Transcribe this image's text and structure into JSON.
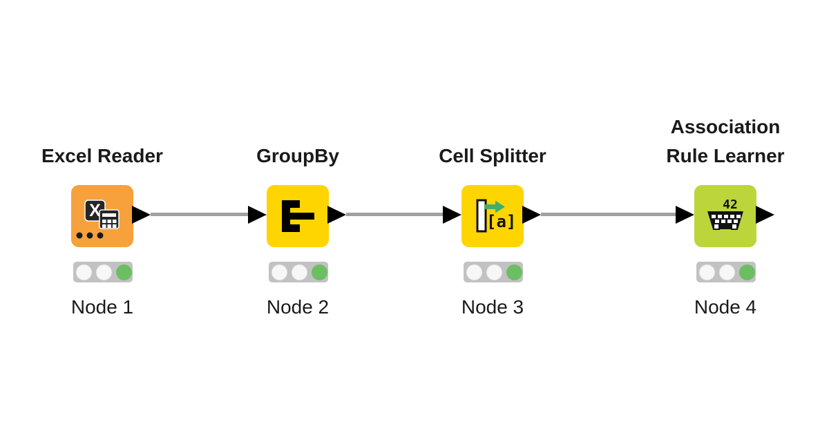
{
  "app": "KNIME workflow canvas",
  "colors": {
    "canvas_background": "#FFFFFF",
    "node_orange": "#F7A13C",
    "node_yellow": "#FFD500",
    "node_lime": "#BCD53A",
    "port_black": "#000000",
    "connection_gray": "#A0A0A0",
    "traffic_bar_gray": "#C2C2C2",
    "traffic_light_off": "#F7F7F7",
    "traffic_light_green": "#6CBE63",
    "text_black": "#1A1A1A"
  },
  "nodes": [
    {
      "title": "Excel Reader",
      "label": "Node 1",
      "icon": "excel-reader-icon",
      "node_color": "#F7A13C",
      "has_input_port": false,
      "has_output_port": true,
      "status_lights": {
        "red": "off",
        "yellow": "off",
        "green": "on"
      },
      "status": "executed"
    },
    {
      "title": "GroupBy",
      "label": "Node 2",
      "icon": "groupby-icon",
      "node_color": "#FFD500",
      "has_input_port": true,
      "has_output_port": true,
      "status_lights": {
        "red": "off",
        "yellow": "off",
        "green": "on"
      },
      "status": "executed"
    },
    {
      "title": "Cell Splitter",
      "label": "Node 3",
      "icon": "cell-splitter-icon",
      "node_color": "#FFD500",
      "has_input_port": true,
      "has_output_port": true,
      "status_lights": {
        "red": "off",
        "yellow": "off",
        "green": "on"
      },
      "status": "executed"
    },
    {
      "title": "Association\nRule Learner",
      "label": "Node 4",
      "icon": "association-rule-learner-icon",
      "node_color": "#BCD53A",
      "has_input_port": true,
      "has_output_port": true,
      "status_lights": {
        "red": "off",
        "yellow": "off",
        "green": "on"
      },
      "status": "executed"
    }
  ],
  "icon_glyphs": {
    "cell_splitter_text": "[a]",
    "association_rule_number": "42",
    "excel_x": "X"
  },
  "connections": [
    {
      "from": "Node 1",
      "to": "Node 2"
    },
    {
      "from": "Node 2",
      "to": "Node 3"
    },
    {
      "from": "Node 3",
      "to": "Node 4"
    }
  ]
}
